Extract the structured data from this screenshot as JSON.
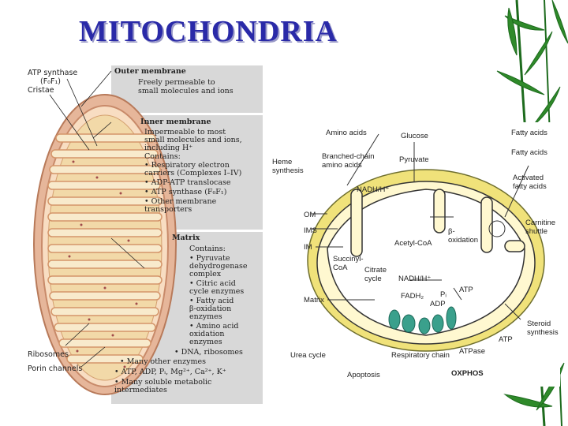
{
  "title": "MITOCHONDRIA",
  "left_figure": {
    "labels": {
      "atp_synthase": "ATP synthase",
      "atp_synthase_sub": "(F₀F₁)",
      "cristae": "Cristae",
      "ribosomes": "Ribosomes",
      "porin_channels": "Porin channels"
    },
    "outer_membrane": {
      "heading": "Outer membrane",
      "lines": [
        "Freely permeable to",
        "small molecules and ions"
      ]
    },
    "inner_membrane": {
      "heading": "Inner membrane",
      "lines": [
        "Impermeable to most",
        "small molecules and ions,",
        "including H⁺",
        "Contains:",
        "• Respiratory electron",
        "  carriers (Complexes I–IV)",
        "• ADP-ATP translocase",
        "• ATP synthase (F₀F₁)",
        "• Other membrane",
        "  transporters"
      ]
    },
    "matrix": {
      "heading": "Matrix",
      "lines": [
        "Contains:",
        "• Pyruvate",
        "  dehydrogenase",
        "  complex",
        "• Citric acid",
        "  cycle enzymes",
        "• Fatty acid",
        "  β-oxidation",
        "  enzymes",
        "• Amino acid",
        "  oxidation",
        "  enzymes",
        "• DNA, ribosomes",
        "• Many other enzymes",
        "• ATP, ADP, Pᵢ, Mg²⁺, Ca²⁺, K⁺",
        "• Many soluble metabolic",
        "  intermediates"
      ]
    }
  },
  "right_figure": {
    "heme_synthesis": "Heme\nsynthesis",
    "om": "OM",
    "ims": "IMS",
    "im": "IM",
    "matrix": "Matrix",
    "urea_cycle": "Urea cycle",
    "apoptosis": "Apoptosis",
    "amino_acids": "Amino acids",
    "glucose": "Glucose",
    "branched_chain": "Branched-chain\namino acids",
    "pyruvate": "Pyruvate",
    "fatty_acids_top": "Fatty acids",
    "fatty_acids_2": "Fatty acids",
    "activated_fatty_acids": "Activated\nfatty acids",
    "nadh_top": "NADH/H⁺",
    "beta_oxidation": "β-\noxidation",
    "acetyl_coa": "Acetyl-CoA",
    "succinyl_coa": "Succinyl-\nCoA",
    "citrate_cycle": "Citrate\ncycle",
    "nadh_mid": "NADH/H⁺",
    "fadh2": "FADH₂",
    "pi": "Pᵢ",
    "adp": "ADP",
    "atp_inner": "ATP",
    "carnitine_shuttle": "Carnitine\nshuttle",
    "steroid_synthesis": "Steroid\nsynthesis",
    "atp_outer": "ATP",
    "atpase": "ATPase",
    "respiratory_chain": "Respiratory chain",
    "oxphos": "OXPHOS"
  },
  "colors": {
    "title": "#2a2aa8",
    "bamboo": "#1d6b1d",
    "membrane_outer": "#d9a27a",
    "cristae_fill": "#f4e4b8",
    "panel": "#d8d8d8",
    "complex_teal": "#3aa08c",
    "right_outer": "#f0e27a"
  }
}
